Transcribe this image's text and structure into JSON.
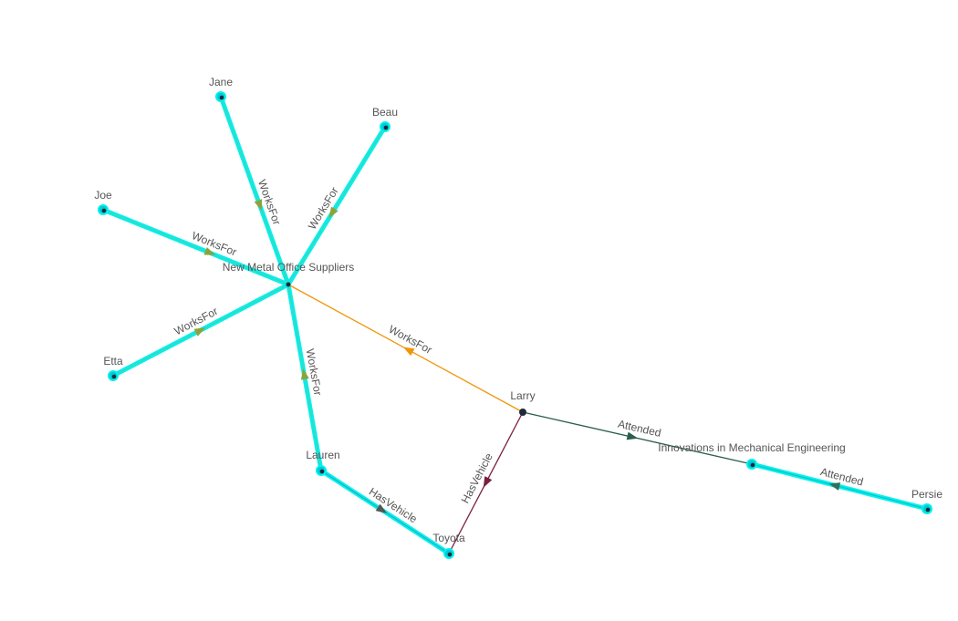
{
  "colors": {
    "highlight": "#00f0f0",
    "works_for_edge": "#f0960a",
    "works_for_arrow": "#8fa23a",
    "attended_edge": "#2b5e4e",
    "has_vehicle_edge": "#7a1f3d",
    "has_vehicle_arrow_hl": "#4f5a52",
    "attended_arrow_hl": "#2f7258",
    "node_dark": "#1f2b3a",
    "node_orange": "#e0801a",
    "node_highlight_fill": "#00c8d0",
    "label": "#555555"
  },
  "nodes": [
    {
      "id": "jane",
      "label": "Jane"
    },
    {
      "id": "beau",
      "label": "Beau"
    },
    {
      "id": "joe",
      "label": "Joe"
    },
    {
      "id": "etta",
      "label": "Etta"
    },
    {
      "id": "nmos",
      "label": "New Metal Office Suppliers"
    },
    {
      "id": "larry",
      "label": "Larry"
    },
    {
      "id": "lauren",
      "label": "Lauren"
    },
    {
      "id": "toyota",
      "label": "Toyota"
    },
    {
      "id": "imech",
      "label": "Innovations in Mechanical Engineering"
    },
    {
      "id": "persie",
      "label": "Persie"
    }
  ],
  "edges": [
    {
      "id": "e-jane",
      "source": "jane",
      "target": "nmos",
      "label": "WorksFor",
      "highlighted": true
    },
    {
      "id": "e-beau",
      "source": "beau",
      "target": "nmos",
      "label": "WorksFor",
      "highlighted": true
    },
    {
      "id": "e-joe",
      "source": "joe",
      "target": "nmos",
      "label": "WorksFor",
      "highlighted": true
    },
    {
      "id": "e-etta",
      "source": "etta",
      "target": "nmos",
      "label": "WorksFor",
      "highlighted": true
    },
    {
      "id": "e-lauren",
      "source": "lauren",
      "target": "nmos",
      "label": "WorksFor",
      "highlighted": true
    },
    {
      "id": "e-larry",
      "source": "larry",
      "target": "nmos",
      "label": "WorksFor",
      "highlighted": false
    },
    {
      "id": "e-lv",
      "source": "lauren",
      "target": "toyota",
      "label": "HasVehicle",
      "highlighted": true
    },
    {
      "id": "e-lyv",
      "source": "larry",
      "target": "toyota",
      "label": "HasVehicle",
      "highlighted": false
    },
    {
      "id": "e-la",
      "source": "larry",
      "target": "imech",
      "label": "Attended",
      "highlighted": false
    },
    {
      "id": "e-pa",
      "source": "persie",
      "target": "imech",
      "label": "Attended",
      "highlighted": true
    }
  ]
}
